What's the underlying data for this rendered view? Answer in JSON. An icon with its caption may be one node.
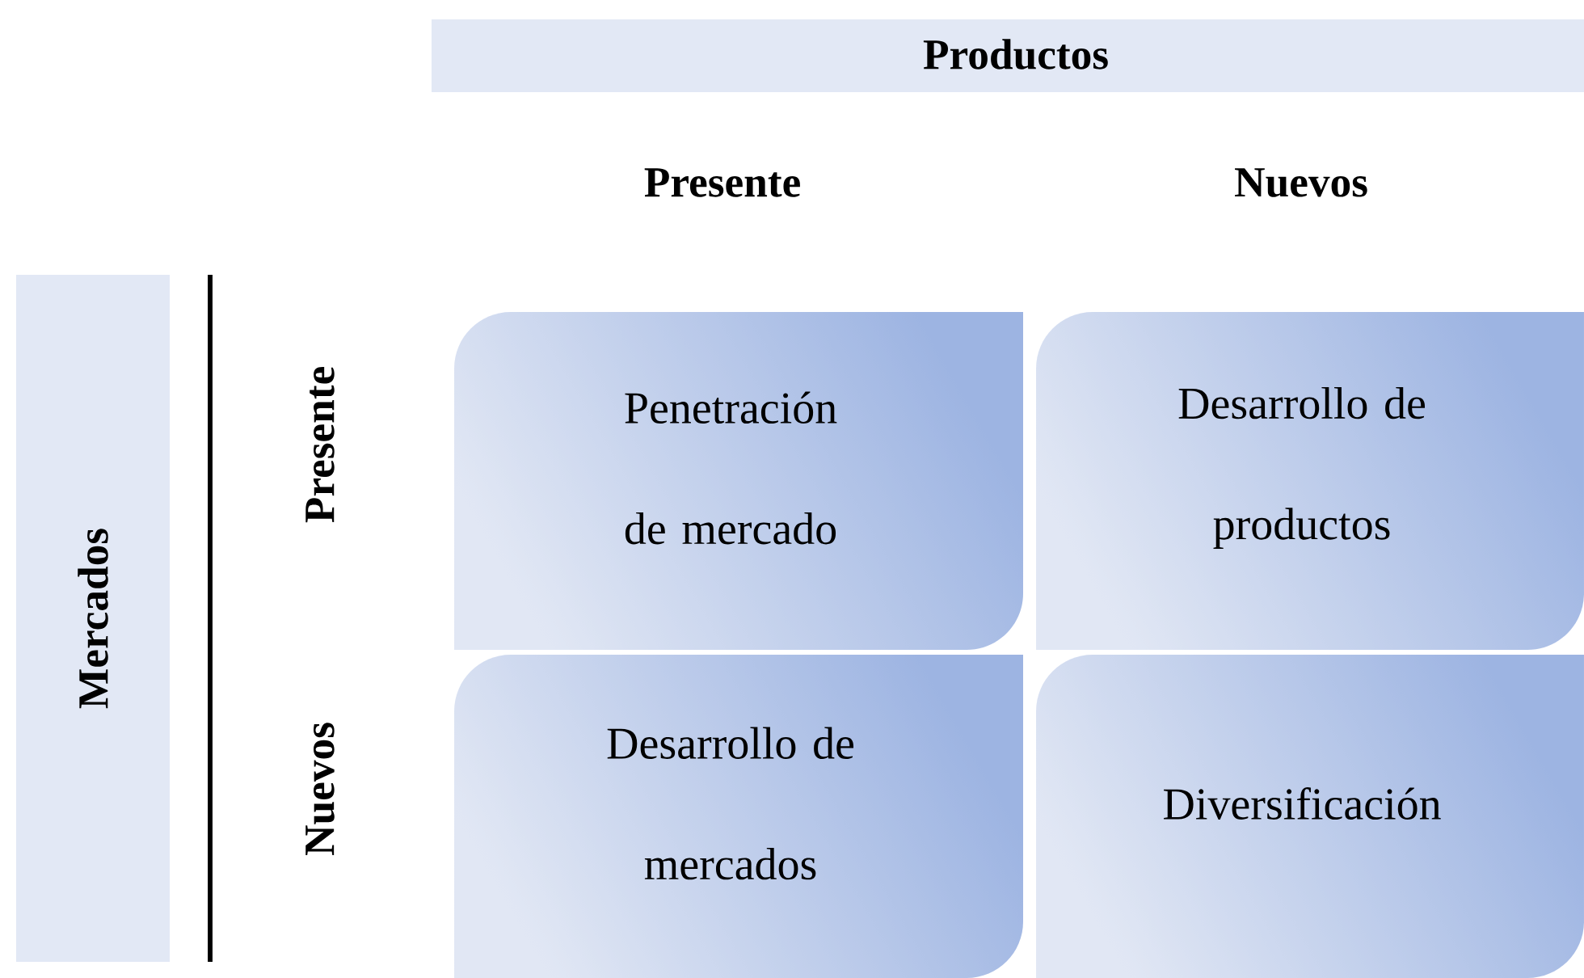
{
  "diagram": {
    "nodes": [
      {
        "text": [
          "Productos"
        ]
      },
      {
        "text": [
          "Mercados"
        ]
      },
      {
        "text": [
          "Penetración de mercado"
        ]
      },
      {
        "text": [
          "Desarrollo de productos"
        ]
      },
      {
        "text": [
          "Desarrollo de mercados"
        ]
      },
      {
        "text": [
          "Diversificación"
        ]
      }
    ],
    "labels": [
      "Presente",
      "Nuevos",
      "Presente",
      "Nuevos"
    ]
  }
}
